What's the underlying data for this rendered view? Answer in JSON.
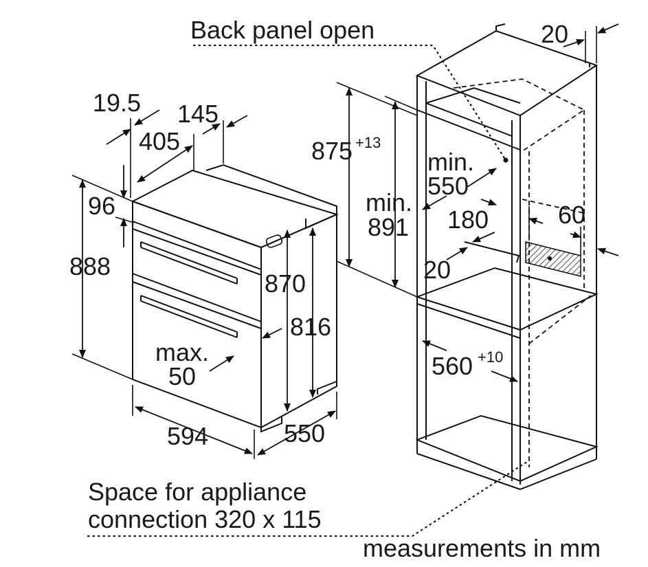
{
  "labels": {
    "back_panel_open": "Back panel open",
    "d20_top": "20",
    "d19_5": "19.5",
    "d145": "145",
    "d405": "405",
    "d96": "96",
    "d888": "888",
    "d870": "870",
    "d816": "816",
    "max": "max.",
    "d50": "50",
    "d594": "594",
    "d550_bottom": "550",
    "d875": "875",
    "d875_tol": "+13",
    "min_a": "min.",
    "d550_min": "550",
    "min_b": "min.",
    "d891": "891",
    "d180": "180",
    "d60": "60",
    "d20_mid": "20",
    "d560": "560",
    "d560_tol": "+10",
    "space_line1": "Space for appliance",
    "space_line2": "connection 320 x 115",
    "measurements": "measurements in mm"
  }
}
